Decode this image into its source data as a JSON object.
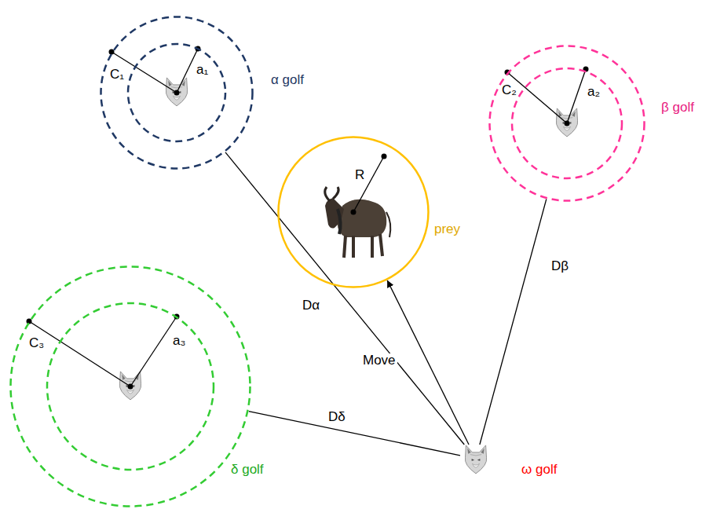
{
  "diagram": {
    "nodes": [
      {
        "text": [
          "α golf"
        ]
      },
      {
        "text": [
          "β golf"
        ]
      },
      {
        "text": [
          "prey"
        ]
      },
      {
        "text": [
          "δ golf"
        ]
      },
      {
        "text": [
          "ω golf"
        ]
      }
    ],
    "edges": [
      {
        "from": 4,
        "to": 0,
        "label": "Dα",
        "arrow": "none"
      },
      {
        "from": 4,
        "to": 1,
        "label": "Dβ",
        "arrow": "none"
      },
      {
        "from": 4,
        "to": 3,
        "label": "Dδ",
        "arrow": "none"
      },
      {
        "from": 4,
        "to": 2,
        "label": "Move",
        "arrow": "to"
      }
    ],
    "labels": [
      "C₁",
      "a₁",
      "C₂",
      "a₂",
      "R",
      "C₃",
      "a₃"
    ]
  }
}
